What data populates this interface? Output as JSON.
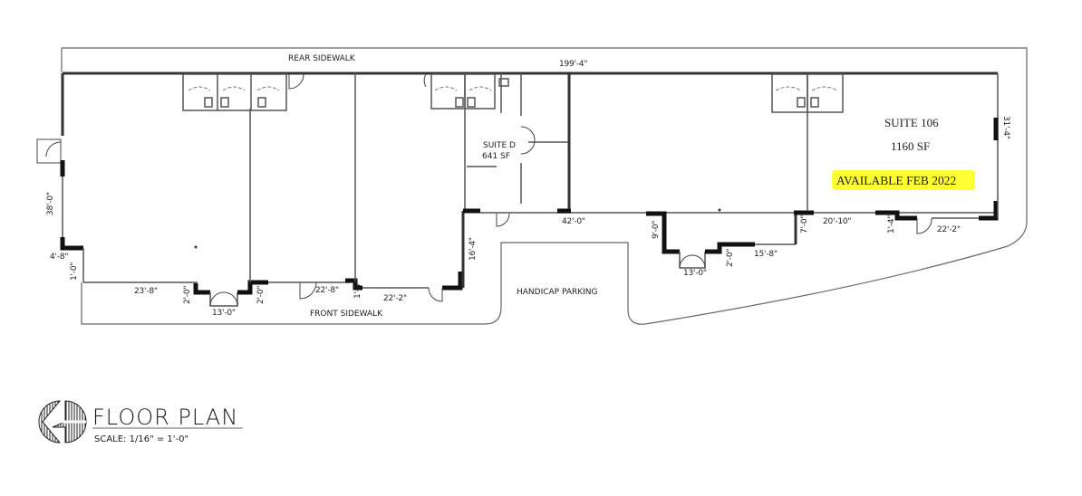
{
  "plan": {
    "labels": {
      "rear_sidewalk": "REAR SIDEWALK",
      "front_sidewalk": "FRONT SIDEWALK",
      "handicap_parking": "HANDICAP PARKING"
    },
    "suite_d": {
      "name": "SUITE D",
      "area": "641 SF"
    },
    "suite_106": {
      "name": "SUITE 106",
      "area": "1160 SF",
      "availability": "AVAILABLE FEB 2022",
      "highlight_color": "#ffff33"
    },
    "dimensions": {
      "overall_length": "199'-4\"",
      "left_depth": "38'-0\"",
      "left_jog_w": "4'-8\"",
      "left_jog_h": "1'-0\"",
      "bay1_front": "23'-8\"",
      "bay1_pier_left": "2'-0\"",
      "bay1_entry": "13'-0\"",
      "bay2_pier": "2'-0\"",
      "bay3_front": "22'-8\"",
      "bay3_pier": "1'-4\"",
      "bay4_front": "22'-2\"",
      "bay4_jog": "16'-4\"",
      "mid_back": "42'-0\"",
      "bay5_jog": "9'-0\"",
      "bay5_entry": "13'-0\"",
      "bay5_pier": "2'-0\"",
      "bay5_front": "15'-8\"",
      "bay6_jog": "7'-0\"",
      "bay6_front": "20'-10\"",
      "bay6_pier": "1'-4\"",
      "suite106_front": "22'-2\"",
      "right_depth": "31'-4\""
    },
    "colors": {
      "wall": "#333333",
      "highlight": "#ffff33"
    }
  },
  "title_block": {
    "title": "FLOOR PLAN",
    "scale": "SCALE: 1/16\" = 1'-0\""
  }
}
